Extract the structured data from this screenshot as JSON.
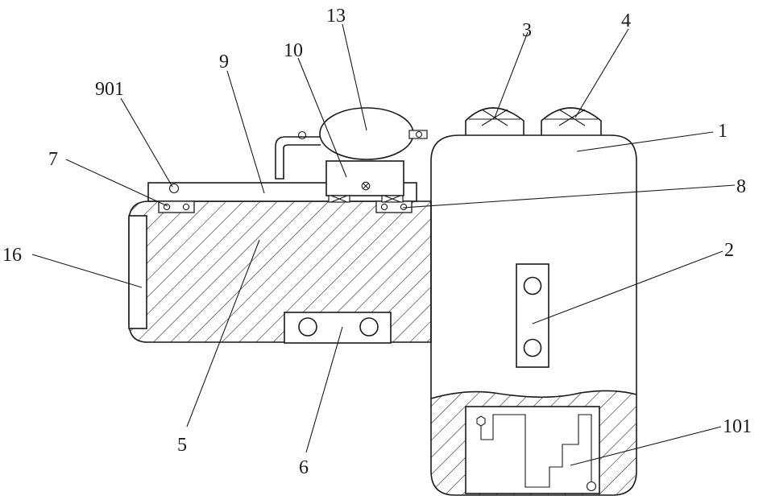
{
  "diagram": {
    "labels": {
      "l1": "1",
      "l2": "2",
      "l3": "3",
      "l4": "4",
      "l5": "5",
      "l6": "6",
      "l7": "7",
      "l8": "8",
      "l9": "9",
      "l10": "10",
      "l13": "13",
      "l16": "16",
      "l101": "101",
      "l901": "901"
    }
  }
}
